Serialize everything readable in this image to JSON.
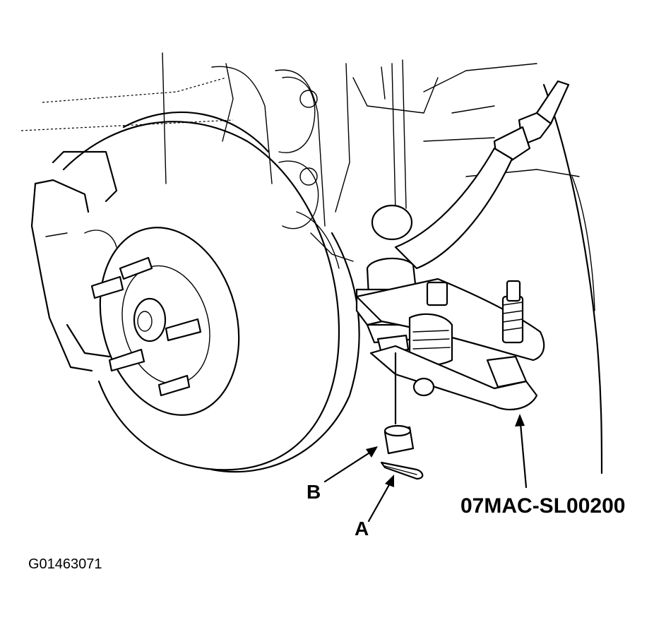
{
  "labels": {
    "part_a": "A",
    "part_b": "B",
    "tool": "07MAC-SL00200",
    "figure_id": "G01463071"
  },
  "colors": {
    "ink": "#000000",
    "paper": "#ffffff"
  }
}
